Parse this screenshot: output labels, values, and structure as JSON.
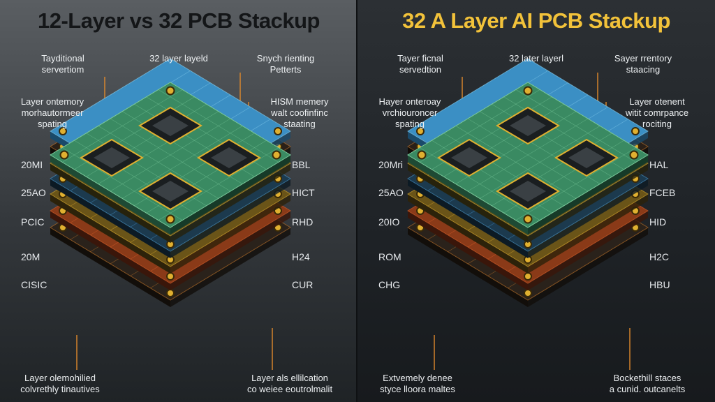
{
  "left_panel": {
    "title": "12-Layer vs 32 PCB Stackup",
    "callouts": {
      "top_left": [
        "Tayditional",
        "servertiom"
      ],
      "top_center": "32 layer layeld",
      "top_right": [
        "Snych rienting",
        "Petterts"
      ],
      "mid_left": [
        "Layer ontemory",
        "morhautormeer",
        "spating"
      ],
      "mid_right": [
        "HISM memery",
        "walt coofinfinc",
        "staating"
      ],
      "bottom_left": [
        "Layer olemohilied",
        "colvrethly tinautives"
      ],
      "bottom_right": [
        "Layer als ellilcation",
        "co weiee eoutrolmalit"
      ]
    },
    "side_labels_left": [
      "20MI",
      "25AO",
      "PCIC",
      "20M",
      "CISIC"
    ],
    "side_labels_right": [
      "BBL",
      "HICT",
      "RHD",
      "H24",
      "CUR"
    ]
  },
  "right_panel": {
    "title": "32 A Layer AI PCB Stackup",
    "callouts": {
      "top_left": [
        "Tayer ficnal",
        "servedtion"
      ],
      "top_center": "32 later layerl",
      "top_right": [
        "Sayer rrentory",
        "staacing"
      ],
      "mid_left": [
        "Hayer onteroay",
        "vrchiouroncer",
        "spating"
      ],
      "mid_right": [
        "Layer otenent",
        "witit comrpance",
        "rociting"
      ],
      "bottom_left": [
        "Extvemely denee",
        "styce lloora maltes"
      ],
      "bottom_right": [
        "Bockethill staces",
        "a cunid. outcanelts"
      ]
    },
    "side_labels_left": [
      "20Mri",
      "25AO",
      "20IO",
      "ROM",
      "CHG"
    ],
    "side_labels_right": [
      "HAL",
      "FCEB",
      "HID",
      "H2C",
      "HBU"
    ]
  },
  "colors": {
    "pcb_green": "#3a8a62",
    "pcb_blue": "#3b8fc4",
    "copper": "#c8782a",
    "gold": "#e0b030",
    "dark_layer": "#2a221b",
    "accent_line": "#e08a2c"
  },
  "icons": [
    "chip-icon",
    "mounting-hole-icon"
  ]
}
